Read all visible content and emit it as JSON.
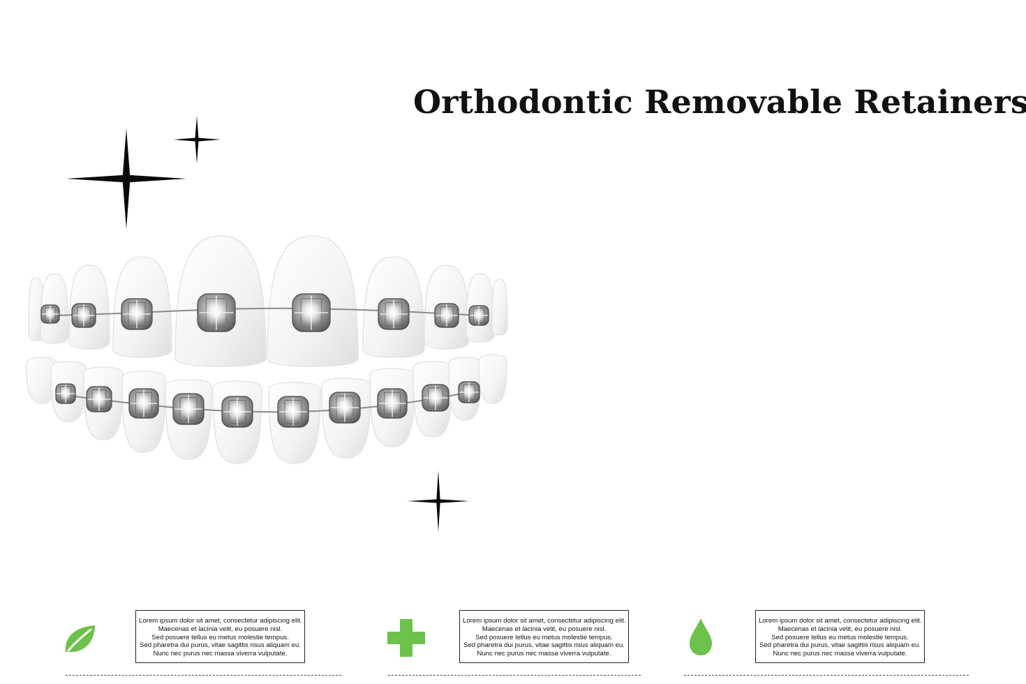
{
  "title": "Orthodontic Removable Retainers",
  "accent_color": "#6cc24a",
  "info_blocks": [
    {
      "icon": "leaf-icon",
      "lines": [
        "Lorem ipsum dolor sit amet, consectetur adipiscing elit.",
        "Maecenas et lacinia velit, eu posuere nisl.",
        "Sed posuere tellus eu metus molestie tempus.",
        "Sed pharetra dui purus, vitae sagittis risus aliquam eu.",
        "Nunc nec purus nec massa viverra vulputate."
      ]
    },
    {
      "icon": "plus-icon",
      "lines": [
        "Lorem ipsum dolor sit amet, consectetur adipiscing elit.",
        "Maecenas et lacinia velit, eu posuere nisl.",
        "Sed posuere tellus eu metus molestie tempus.",
        "Sed pharetra dui purus, vitae sagittis risus aliquam eu.",
        "Nunc nec purus nec massa viverra vulputate."
      ]
    },
    {
      "icon": "drop-icon",
      "lines": [
        "Lorem ipsum dolor sit amet, consectetur adipiscing elit.",
        "Maecenas et lacinia velit, eu posuere nisl.",
        "Sed posuere tellus eu metus molestie tempus.",
        "Sed pharetra dui purus, vitae sagittis risus aliquam eu.",
        "Nunc nec purus nec massa viverra vulputate."
      ]
    }
  ]
}
